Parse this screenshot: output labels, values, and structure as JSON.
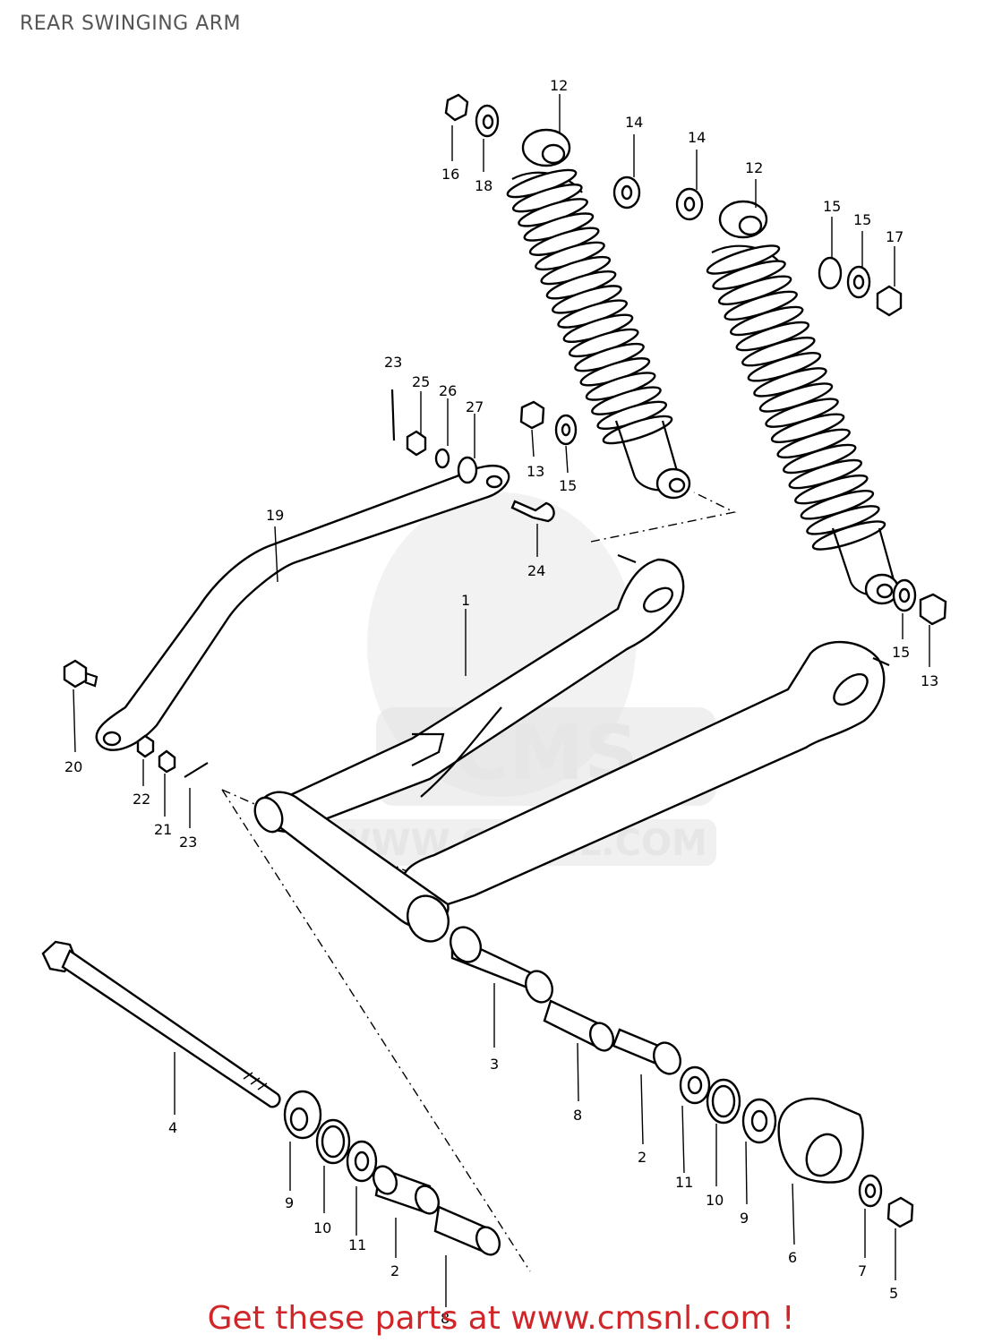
{
  "page": {
    "title": "REAR SWINGING ARM",
    "footer": "Get these parts at www.cmsnl.com !",
    "footer_color": "#d0262a",
    "watermark": {
      "logo_text": "CMS",
      "url_text": "WWW.CMSNL.COM"
    }
  },
  "callouts": {
    "c1": "1",
    "c2a": "2",
    "c2b": "2",
    "c3": "3",
    "c4": "4",
    "c5": "5",
    "c6": "6",
    "c7": "7",
    "c8a": "8",
    "c8b": "8",
    "c9a": "9",
    "c9b": "9",
    "c10a": "10",
    "c10b": "10",
    "c11a": "11",
    "c11b": "11",
    "c12a": "12",
    "c12b": "12",
    "c13a": "13",
    "c13b": "13",
    "c14a": "14",
    "c14b": "14",
    "c15a": "15",
    "c15b": "15",
    "c15c": "15",
    "c15d": "15",
    "c16": "16",
    "c17": "17",
    "c18": "18",
    "c19": "19",
    "c20": "20",
    "c21": "21",
    "c22": "22",
    "c23a": "23",
    "c23b": "23",
    "c24": "24",
    "c25": "25",
    "c26": "26",
    "c27": "27"
  }
}
